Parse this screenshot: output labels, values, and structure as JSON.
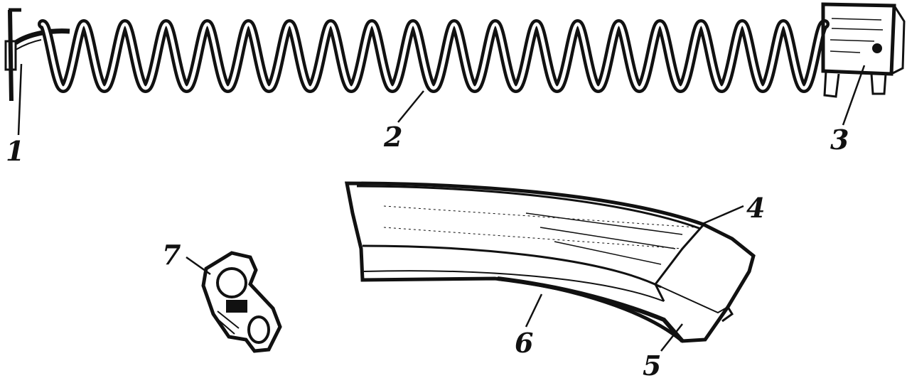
{
  "figure": {
    "callouts": [
      {
        "id": "1",
        "label": "1"
      },
      {
        "id": "2",
        "label": "2"
      },
      {
        "id": "3",
        "label": "3"
      },
      {
        "id": "4",
        "label": "4"
      },
      {
        "id": "5",
        "label": "5"
      },
      {
        "id": "6",
        "label": "6"
      },
      {
        "id": "7",
        "label": "7"
      }
    ],
    "colors": {
      "ink": "#111111",
      "paper": "#ffffff"
    }
  }
}
